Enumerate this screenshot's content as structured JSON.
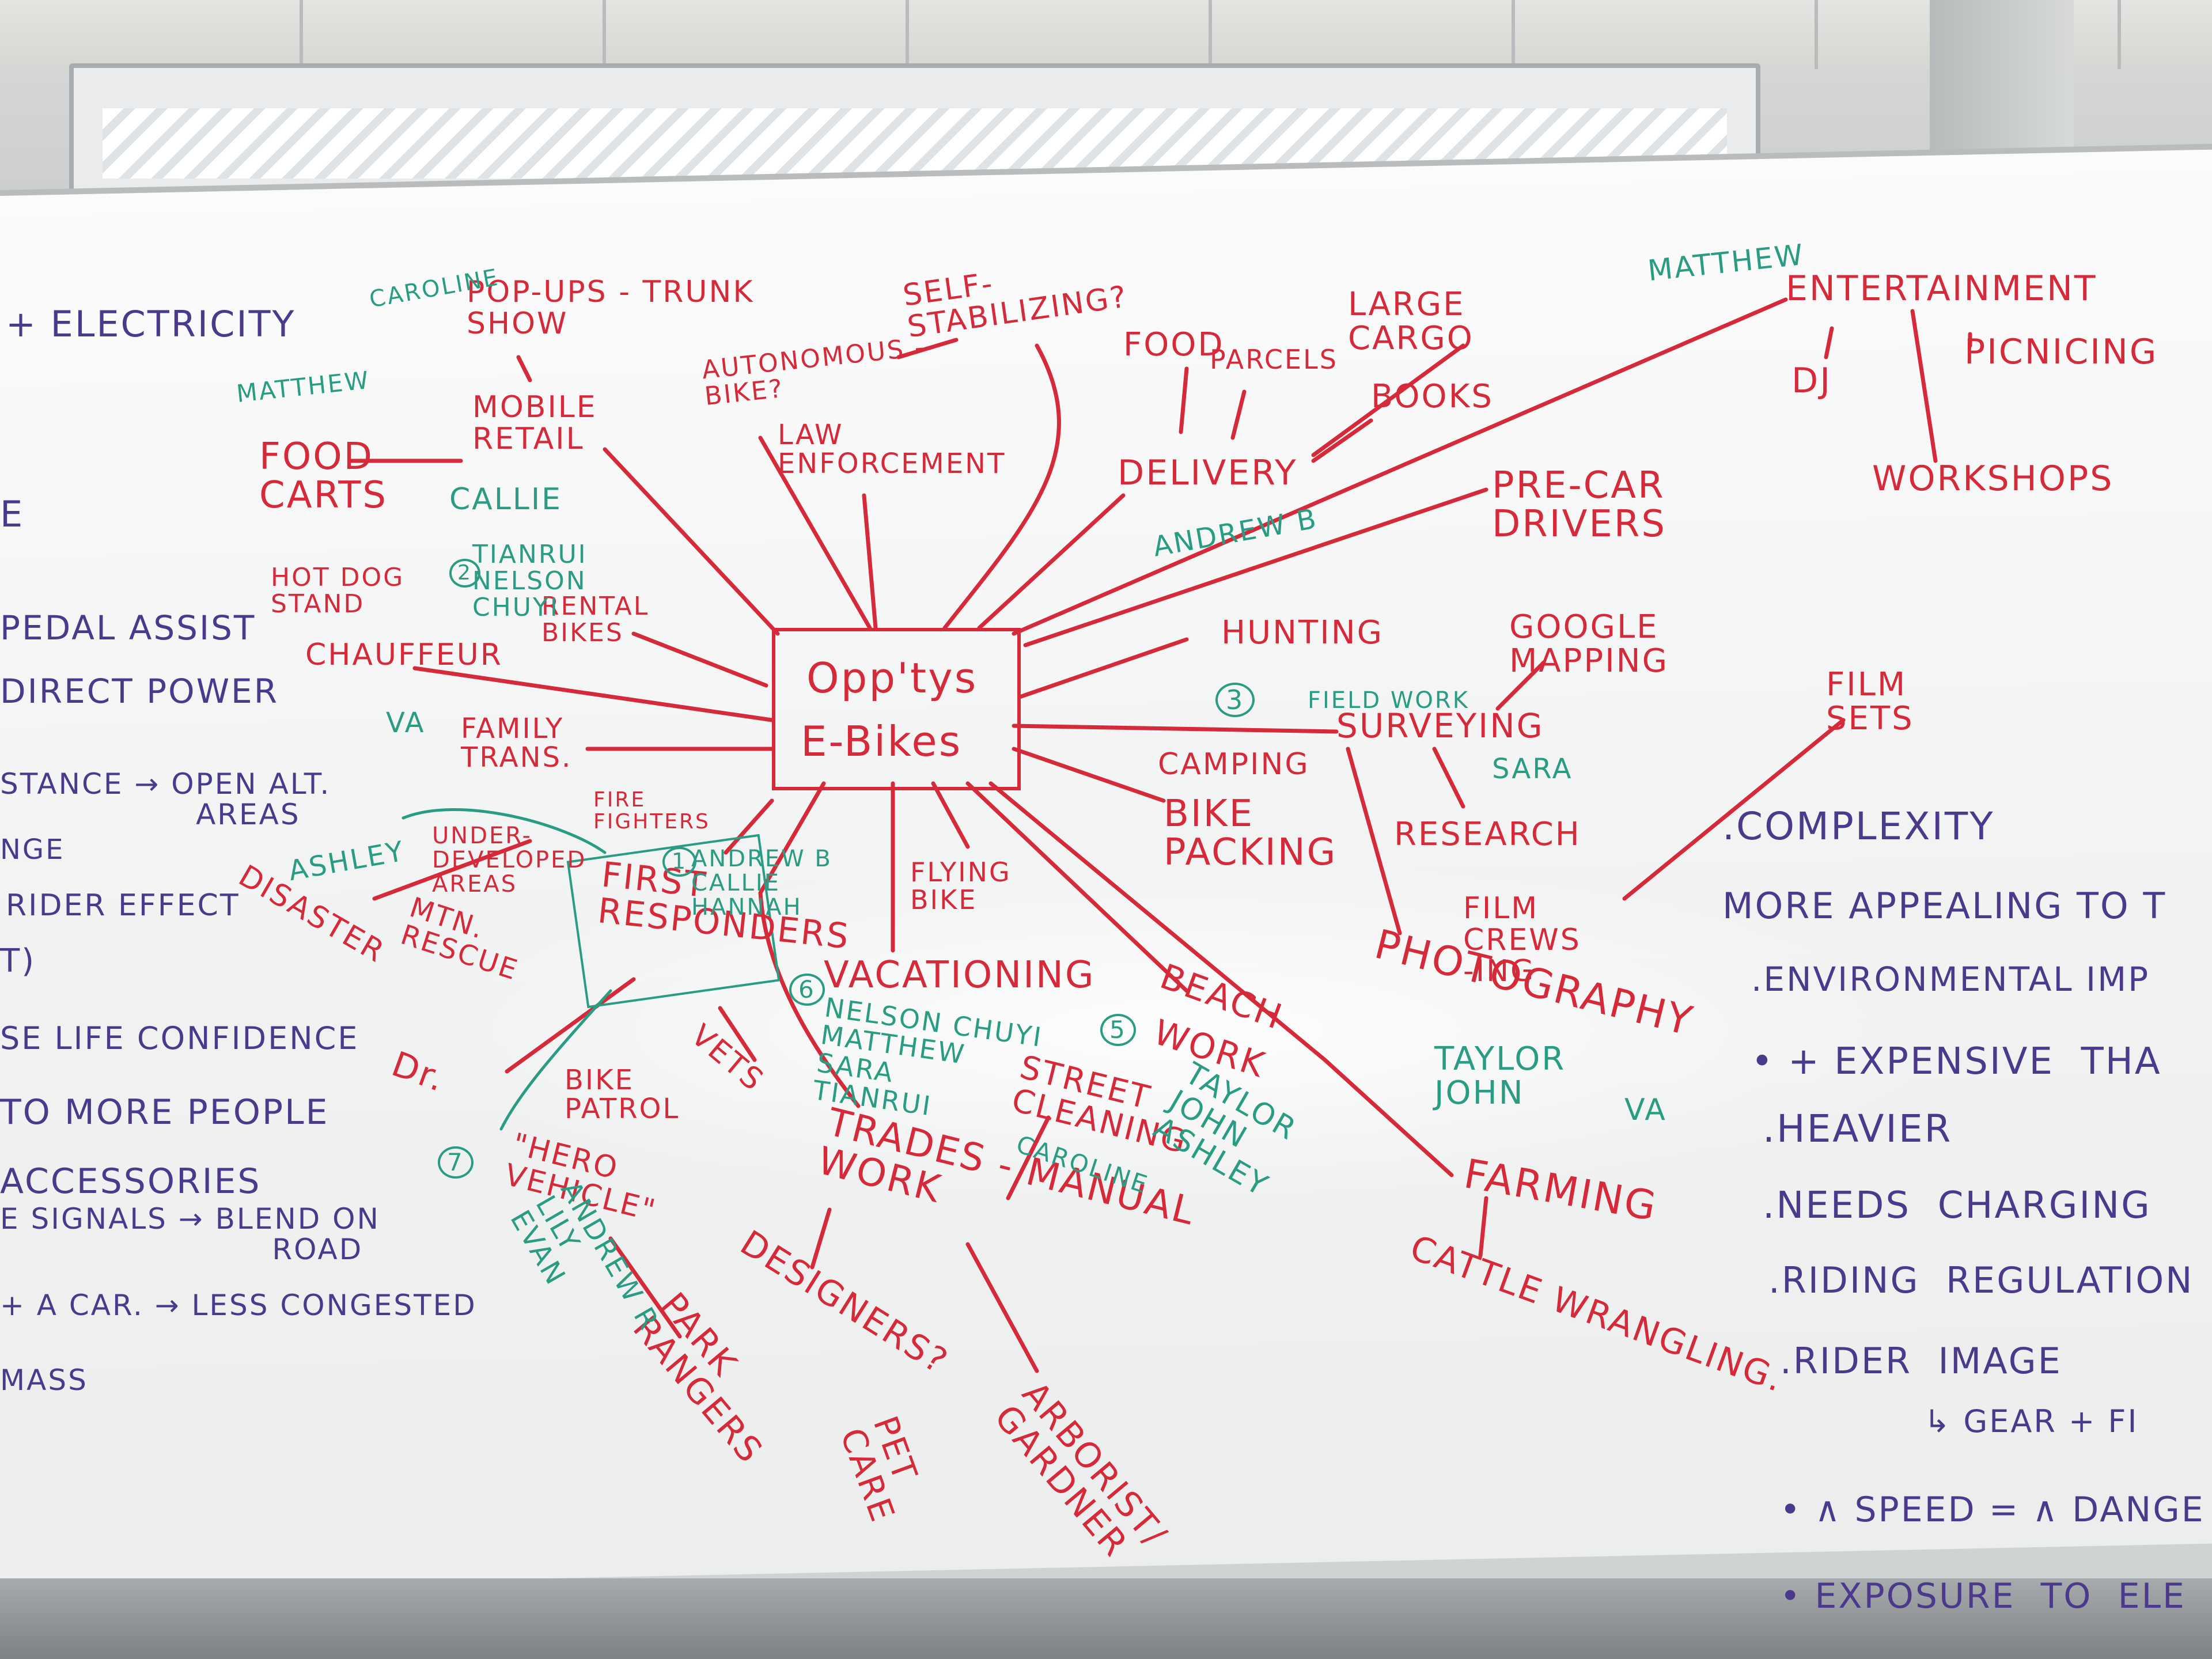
{
  "colors": {
    "red": "#d42a3a",
    "teal": "#2a9c84",
    "purple": "#4b3a8c",
    "board": "#f8f8f8"
  },
  "center": {
    "line1": "Opp'tys",
    "line2": "E-Bikes"
  },
  "red_notes": {
    "popups": "POP-UPS - TRUNK\nSHOW",
    "self_stabilizing": "SELF-\nSTABILIZING?",
    "autonomous": "AUTONOMOUS -\nBIKE?",
    "food": "FOOD",
    "parcels": "PARCELS",
    "large_cargo": "LARGE\nCARGO",
    "entertainment": "ENTERTAINMENT",
    "dj": "DJ",
    "picnicing": "PICNICING",
    "mobile_retail": "MOBILE\nRETAIL",
    "law_enforcement": "LAW\nENFORCEMENT",
    "books": "BOOKS",
    "delivery": "DELIVERY",
    "workshops": "WORKSHOPS",
    "food_carts": "FOOD\nCARTS",
    "pre_car": "PRE-CAR\nDRIVERS",
    "hot_dog": "HOT DOG\nSTAND",
    "rental_bikes": "RENTAL\nBIKES",
    "hunting": "HUNTING",
    "google_mapping": "GOOGLE\nMAPPING",
    "chauffeur": "CHAUFFEUR",
    "surveying": "SURVEYING",
    "film_sets": "FILM\nSETS",
    "family_trans": "FAMILY\nTRANS.",
    "camping": "CAMPING",
    "bike_packing": "BIKE\nPACKING",
    "research": "RESEARCH",
    "fire_fighters": "FIRE\nFIGHTERS",
    "under_developed": "UNDER-\nDEVELOPED\nAREAS",
    "first_responders": "FIRST\nRESPONDERS",
    "flying_bike": "FLYING\nBIKE",
    "film_crews": "FILM\nCREWS\n-ING",
    "disaster": "DISASTER",
    "mtn_rescue": "MTN.\nRESCUE",
    "vacationing": "VACATIONING",
    "beach": "BEACH",
    "work": "WORK",
    "photography": "PHOTOGRAPHY",
    "dr": "Dr.",
    "bike_patrol": "BIKE\nPATROL",
    "vets": "VETS",
    "street_cleaning": "STREET\nCLEANING",
    "trades": "TRADES - MANUAL\nWORK",
    "farming": "FARMING",
    "hero_vehicle": "\"HERO\nVEHICLE\"",
    "cattle": "CATTLE WRANGLING.",
    "designers": "DESIGNERS?",
    "park_rangers": "PARK\nRANGERS",
    "pet_care": "PET\nCARE",
    "arborist": "ARBORIST/\nGARDNER"
  },
  "teal_notes": {
    "caroline_top": "CAROLINE",
    "matthew_top": "MATTHEW",
    "matthew_right": "MATTHEW",
    "callie": "CALLIE",
    "tianrui": "TIANRUI\nNELSON\nCHUYI",
    "andrew_b": "ANDREW B",
    "field_work": "FIELD WORK",
    "sara_right": "SARA",
    "va_left": "VA",
    "ashley_left": "ASHLEY",
    "andrew_callie": "ANDREW B\nCALLIE\nHANNAH",
    "vacation_names": "NELSON CHUYI\nMATTHEW\nSARA\nTIANRUI",
    "work_names": "TAYLOR\nJOHN\nASHLEY",
    "caroline_street": "CAROLINE",
    "photo_names": "TAYLOR\nJOHN",
    "va_right": "VA",
    "andrew_lily": "ANDREW R\nLILY\nEVAN",
    "num_3": "3",
    "num_1": "1",
    "num_2": "2",
    "num_5": "5",
    "num_6": "6",
    "num_7": "7"
  },
  "left_notes": [
    "+ ELECTRICITY",
    "E",
    "PEDAL ASSIST",
    "DIRECT POWER",
    "STANCE → OPEN ALT.\n                  AREAS",
    "NGE",
    "RIDER EFFECT",
    "T)",
    "SE LIFE CONFIDENCE",
    "TO MORE PEOPLE",
    "ACCESSORIES",
    "E SIGNALS → BLEND ON\n                         ROAD",
    "+ A CAR. → LESS CONGESTED",
    "MASS"
  ],
  "right_notes": [
    ".COMPLEXITY",
    "MORE APPEALING TO T",
    ".ENVIRONMENTAL IMP",
    "• + EXPENSIVE  THA",
    ".HEAVIER",
    ".NEEDS  CHARGING",
    ".RIDING  REGULATION",
    ".RIDER  IMAGE",
    "↳ GEAR + FI",
    "• ∧ SPEED = ∧ DANGE",
    "• EXPOSURE  TO  ELE"
  ]
}
